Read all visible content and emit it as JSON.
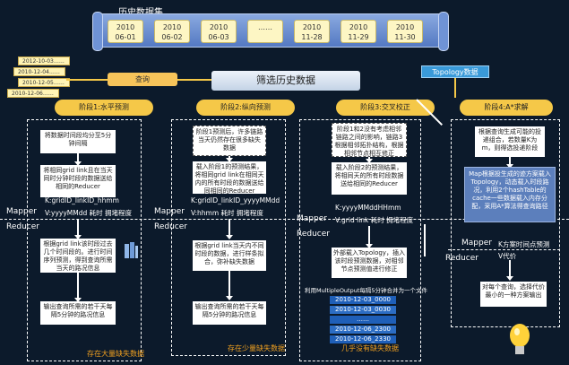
{
  "historical_dataset": {
    "title": "历史数据集",
    "dates": [
      "2010\n06-01",
      "2010\n06-02",
      "2010\n06-03",
      "……",
      "2010\n11-28",
      "2010\n11-29",
      "2010\n11-30"
    ]
  },
  "query_dates": [
    "2012-10-03……",
    "2010-12-04……",
    "2010-12-05……",
    "2010-12-06……"
  ],
  "query_label": "查询",
  "filter_label": "筛选历史数据",
  "topology_label": "Topology数据",
  "phases": [
    {
      "title": "阶段1:水平预测",
      "box1": "将数据时间段均分至5分钟间隔",
      "box2": "将相同grid link且在当天同时分钟时段的数据送给相同的Reducer",
      "key_label": "K:gridID_linkID_hhmm",
      "value_label": "V:yyyyMMdd 耗时 拥堵程度",
      "box3": "根据grid link该时段过去几个时间段的。进行时间序列预测，得到查询所需当天的路况信息",
      "box4": "输出查询所需的若干天每隔5分钟的路况信息",
      "note": "存在大量缺失数据"
    },
    {
      "title": "阶段2:纵向预测",
      "box1": "阶段1预测后，许多链路当天仍然存在很多缺失数据",
      "box2": "载入阶段1的预测结果，将相同grid link在相同天内的所有时段的数据送给同相同的Reducer",
      "key_label": "K:gridID_linkID_yyyyMMdd",
      "value_label": "V:hhmm 耗时 拥堵程度",
      "box3": "根据grid link当天内不同时段的数据，进行样条拟合，弥补缺失数据",
      "box4": "输出查询所需的若干天每隔5分钟的路况信息",
      "note": "存在少量缺失数据"
    },
    {
      "title": "阶段3:交叉校正",
      "box1": "阶段1和2没有考虑相邻链路之间的影响，链路3根据相邻拓扑结构，根据相邻节点相互修正",
      "box2": "载入阶段2的预测结果，将相同天的所有时段数据送给相同的Reducer",
      "key_label": "K:yyyyMMddHHmm",
      "value_label": "V:grid link 耗时 拥堵程度",
      "box3": "外部载入Topology，插入该时段预测数据，对相邻节点预测值进行修正",
      "multi_output": "利用MultipleOutput每隔5分钟合并为一个文件",
      "output_dates": [
        "2010-12-03_0000",
        "2010-12-03_0030",
        "……",
        "2010-12-06_2300",
        "2010-12-06_2330"
      ],
      "note": "几乎没有缺失数据"
    },
    {
      "title": "阶段4:A*求解",
      "box1": "根据查询生成可能的投递组合，若数量K为m，则得选投递阶段",
      "box2": "Map根据投生成的迹方案载入Topology，动态载入时段路况，利用2个hashTable的cache一些数据载入内存分配，采用A*算法得查询路径",
      "key_label": "K方案时间点预测",
      "value_label": "V代价",
      "box3": "对每个查询，选择代价最小的一种方案输出"
    }
  ],
  "mapper_label": "Mapper",
  "reducer_label": "Reducer"
}
